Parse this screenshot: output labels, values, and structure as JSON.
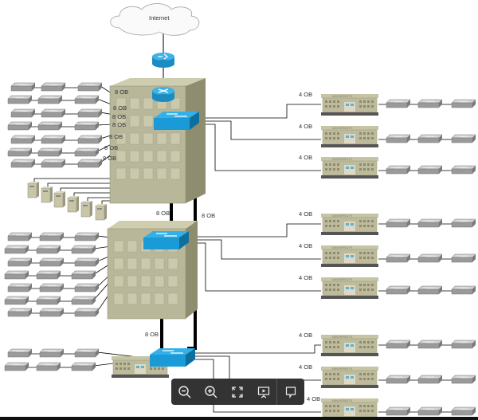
{
  "diagram": {
    "cloud_label": "Internet",
    "core_links": {
      "label_a": "8 OB",
      "label_b": "8 OB",
      "label_c": "8 OB"
    },
    "access_link_labels": [
      "8 OB",
      "8 OB",
      "8 OB",
      "8 OB",
      "8 OB",
      "8 OB",
      "8 OB"
    ],
    "uplink_label": "4 OB",
    "campus_sign": "UNIVERSITY",
    "colors": {
      "switch": "#1a9ad6",
      "building": "#b9b79a",
      "link": "#000000",
      "access_switch": "#a8a8a8"
    }
  },
  "toolbar": {
    "buttons": [
      {
        "name": "zoom-out",
        "icon": "zoom-out-icon"
      },
      {
        "name": "zoom-in",
        "icon": "zoom-in-icon"
      },
      {
        "name": "fit-screen",
        "icon": "expand-icon"
      },
      {
        "name": "present",
        "icon": "presentation-icon"
      },
      {
        "name": "comment",
        "icon": "comment-icon"
      }
    ]
  }
}
